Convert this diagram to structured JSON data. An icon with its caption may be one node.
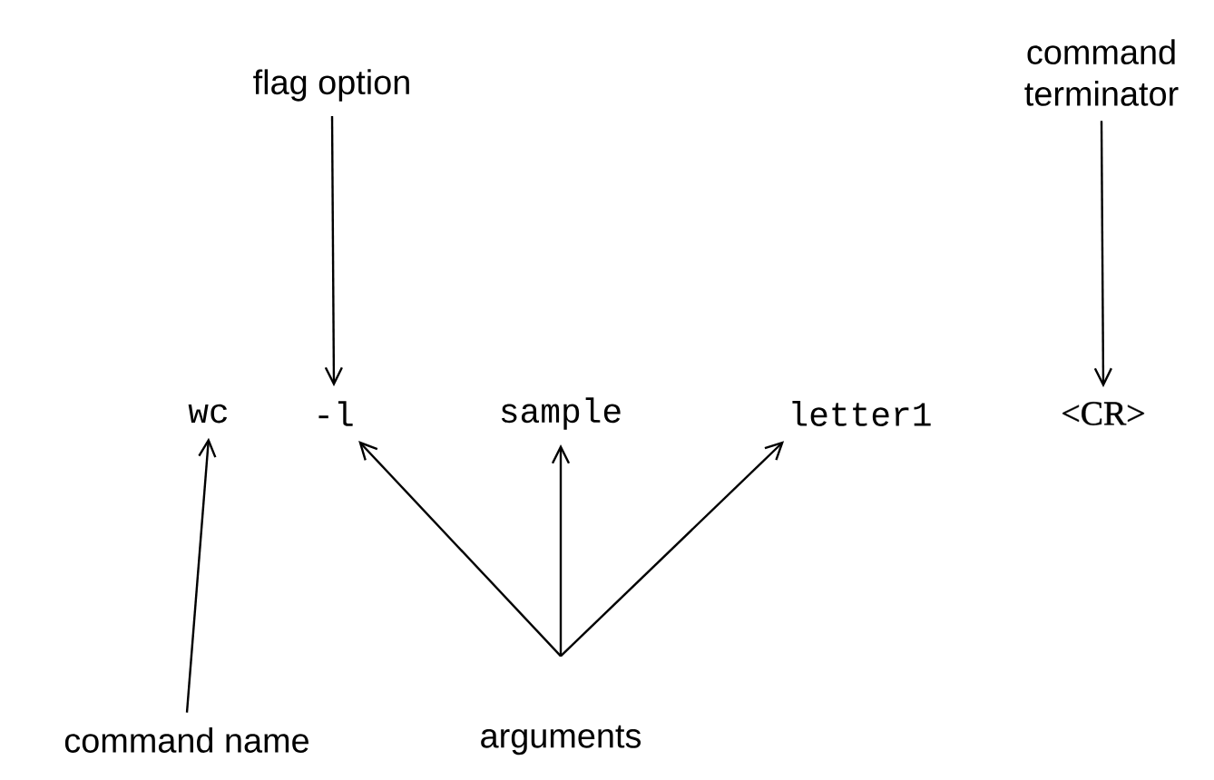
{
  "diagram": {
    "nodes": [
      {
        "text": [
          "flag option"
        ]
      },
      {
        "text": [
          "command terminator"
        ]
      },
      {
        "text": [
          "wc"
        ]
      },
      {
        "text": [
          "-l"
        ]
      },
      {
        "text": [
          "sample"
        ]
      },
      {
        "text": [
          "letter1"
        ]
      },
      {
        "text": [
          "<CR>"
        ]
      },
      {
        "text": [
          "command name"
        ]
      },
      {
        "text": [
          "arguments"
        ]
      }
    ],
    "edges": [
      {
        "from": 0,
        "to": 3,
        "arrow": "to"
      },
      {
        "from": 1,
        "to": 6,
        "arrow": "to"
      },
      {
        "from": 7,
        "to": 2,
        "arrow": "to"
      },
      {
        "from": 8,
        "to": 3,
        "arrow": "to"
      },
      {
        "from": 8,
        "to": 4,
        "arrow": "to"
      },
      {
        "from": 8,
        "to": 5,
        "arrow": "to"
      }
    ]
  }
}
